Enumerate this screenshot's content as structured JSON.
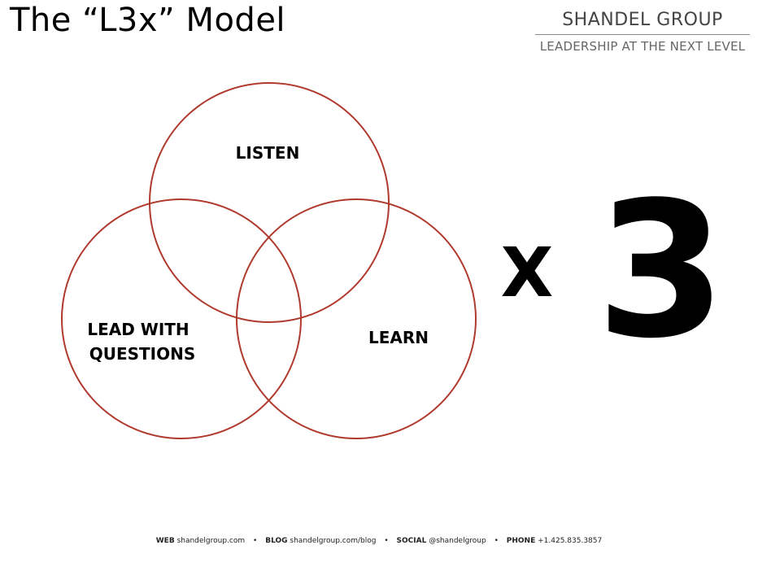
{
  "title": "The “L3x” Model",
  "brand": {
    "name": "SHANDEL GROUP",
    "tagline": "LEADERSHIP AT THE NEXT LEVEL"
  },
  "diagram": {
    "circle_color": "#b03a2e",
    "labels": {
      "listen": "LISTEN",
      "lead_line1": "LEAD WITH",
      "lead_line2": "QUESTIONS",
      "learn": "LEARN"
    },
    "multiplier_x": "X",
    "multiplier_value": "3"
  },
  "footer": {
    "web_key": "WEB",
    "web_val": "shandelgroup.com",
    "blog_key": "BLOG",
    "blog_val": "shandelgroup.com/blog",
    "social_key": "SOCIAL",
    "social_val": "@shandelgroup",
    "phone_key": "PHONE",
    "phone_val": "+1.425.835.3857",
    "separator": "•"
  }
}
